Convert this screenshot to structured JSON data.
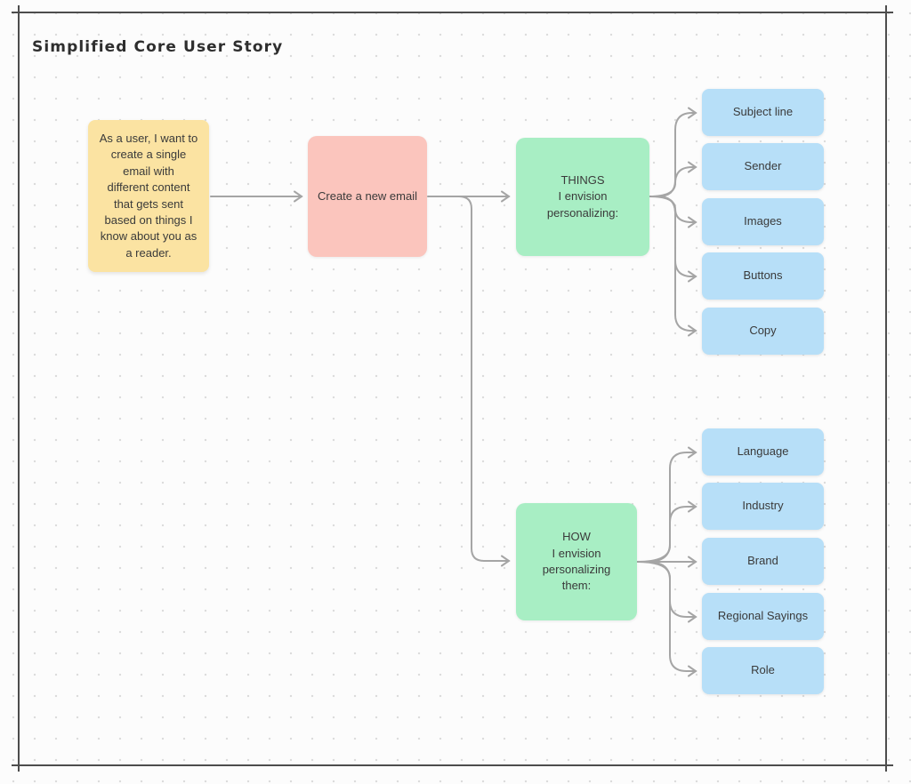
{
  "canvas": {
    "title": "Simplified Core User Story"
  },
  "nodes": {
    "user_story": {
      "label": "As a user, I want to\ncreate a single\nemail with\ndifferent content\nthat gets sent\nbased on things I\nknow about you as\na reader.",
      "color": "#fbe3a2",
      "type": "sticky-note"
    },
    "create_email": {
      "label": "Create a new email",
      "color": "#fbc5bd",
      "type": "shape"
    },
    "things": {
      "label": "THINGS\nI envision\npersonalizing:",
      "color": "#a8eec4",
      "type": "shape"
    },
    "how": {
      "label": "HOW\nI envision\npersonalizing\nthem:",
      "color": "#a8eec4",
      "type": "shape"
    },
    "things_items": [
      "Subject line",
      "Sender",
      "Images",
      "Buttons",
      "Copy"
    ],
    "how_items": [
      "Language",
      "Industry",
      "Brand",
      "Regional Sayings",
      "Role"
    ]
  },
  "palette": {
    "sticky_yellow": "#fbe3a2",
    "action_pink": "#fbc5bd",
    "category_green": "#a8eec4",
    "item_blue": "#b7dff8",
    "connector_gray": "#a5a5a5",
    "frame_gray": "#4d4d4d",
    "text_dark": "#3a3a3a"
  }
}
